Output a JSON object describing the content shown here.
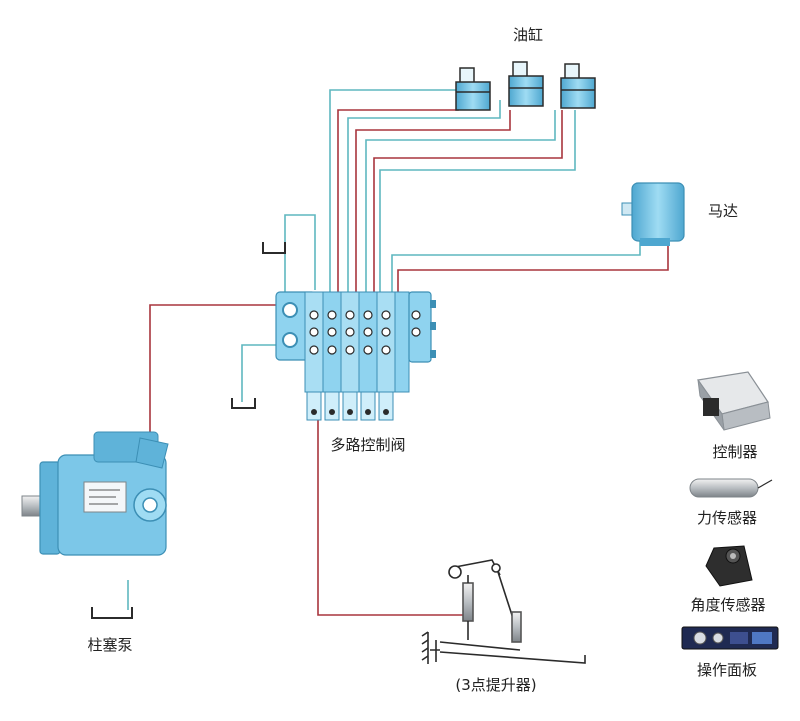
{
  "labels": {
    "cylinder": "油缸",
    "motor": "马达",
    "valve": "多路控制阀",
    "pump": "柱塞泵",
    "hitch": "(3点提升器)",
    "controller": "控制器",
    "force_sensor": "力传感器",
    "angle_sensor": "角度传感器",
    "panel": "操作面板"
  },
  "colors": {
    "pressure_line": "#a8353d",
    "return_line": "#5fb7bf",
    "component_blue": "#6fc7e9",
    "component_dark": "#3c8fb5",
    "outline": "#2b2b2b"
  }
}
